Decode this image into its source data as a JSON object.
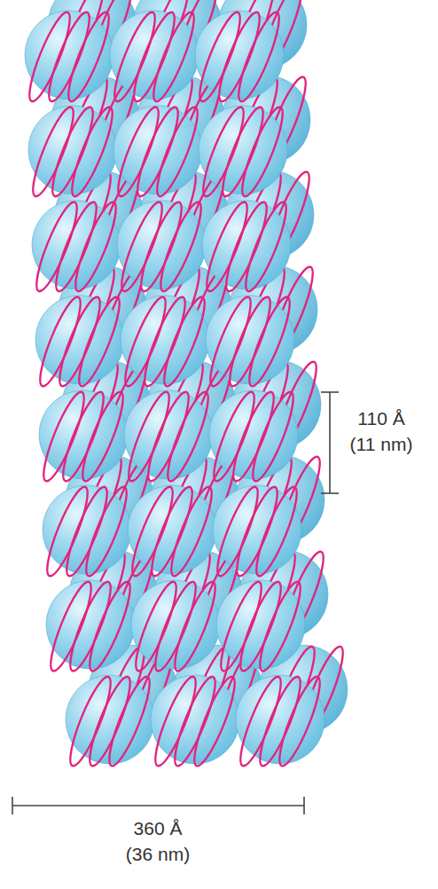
{
  "diagram": {
    "labels": [
      "110 Å",
      "(11 nm)",
      "360 Å",
      "(36 nm)"
    ]
  }
}
